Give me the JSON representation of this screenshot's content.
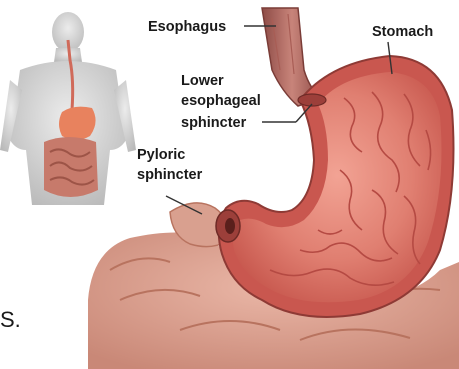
{
  "labels": {
    "esophagus": "Esophagus",
    "stomach": "Stomach",
    "les_line1": "Lower",
    "les_line2": "esophageal",
    "les_line3": "sphincter",
    "pyloric_line1": "Pyloric",
    "pyloric_line2": "sphincter",
    "partial_text": "S."
  },
  "colors": {
    "label_text": "#1a1a1a",
    "leader_line": "#333333",
    "stomach_wall": "#c9574f",
    "stomach_lining": "#e58a7c",
    "intestine": "#d9a08f",
    "esophagus": "#b06a63",
    "body_skin": "#cfcfcf"
  }
}
